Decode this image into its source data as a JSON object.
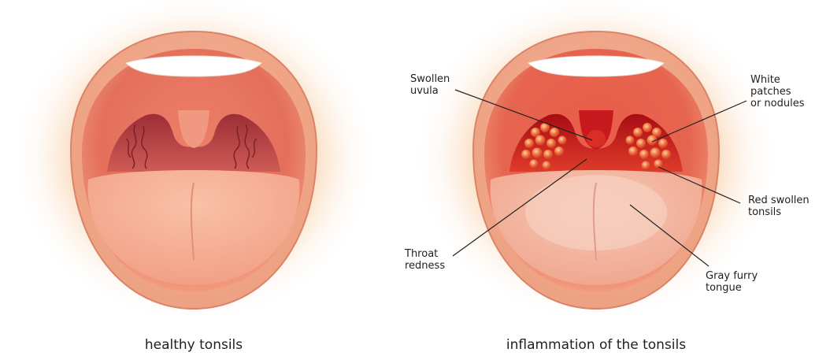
{
  "panels": [
    {
      "caption": "healthy tonsils"
    },
    {
      "caption": "inflammation of the tonsils"
    }
  ],
  "callouts": [
    {
      "id": "swollen-uvula",
      "lines": [
        "Swollen",
        "uvula"
      ]
    },
    {
      "id": "white-patches",
      "lines": [
        "White",
        "patches",
        "or nodules"
      ]
    },
    {
      "id": "red-swollen-tonsils",
      "lines": [
        "Red swollen",
        "tonsils"
      ]
    },
    {
      "id": "throat-redness",
      "lines": [
        "Throat",
        "redness"
      ]
    },
    {
      "id": "gray-furry-tongue",
      "lines": [
        "Gray furry",
        "tongue"
      ]
    }
  ],
  "colors": {
    "skin_glow": "#f7c99b",
    "lips": "#f0a788",
    "lip_outline": "#d98469",
    "mouth_cavity": "#e4705c",
    "throat_healthy": "#b33a3f",
    "throat_inflamed": "#c2151c",
    "tongue": "#f5a88e",
    "teeth": "#ffffff",
    "tonsil_nodule": "#f06a3c"
  }
}
